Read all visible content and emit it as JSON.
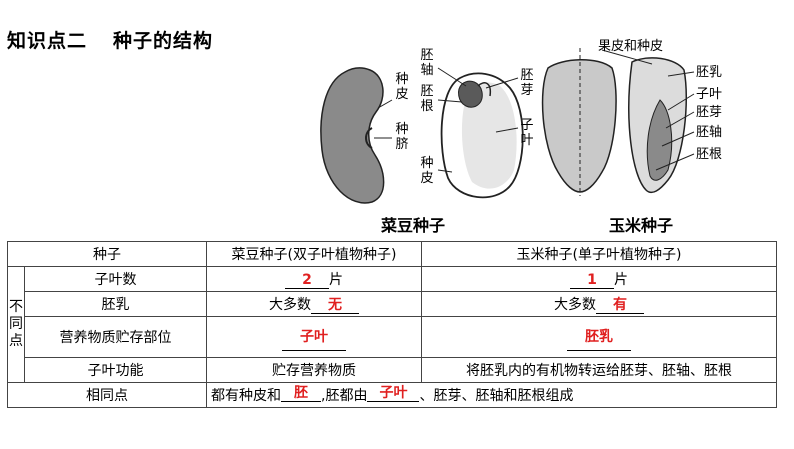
{
  "title": {
    "main": "知识点二",
    "sub": "种子的结构"
  },
  "figure": {
    "bean_labels": [
      "种",
      "皮",
      "种",
      "脐"
    ],
    "bean_left_labels": {
      "top_a": "胚",
      "top_b": "轴",
      "mid_a": "胚",
      "mid_b": "根",
      "bot_a": "种",
      "bot_b": "皮"
    },
    "bean_right_labels": {
      "a": "胚",
      "b": "芽",
      "c": "子",
      "d": "叶"
    },
    "corn_top_label": "果皮和种皮",
    "corn_right_labels": [
      "胚乳",
      "子叶",
      "胚芽",
      "胚轴",
      "胚根"
    ],
    "caption_bean": "菜豆种子",
    "caption_corn": "玉米种子"
  },
  "table": {
    "header": {
      "col1": "种子",
      "col2": "菜豆种子(双子叶植物种子)",
      "col3": "玉米种子(单子叶植物种子)"
    },
    "side_label": [
      "不",
      "同",
      "点"
    ],
    "rows": {
      "cotyledon_count": {
        "label": "子叶数",
        "bean_answer": "2",
        "corn_answer": "1",
        "unit": "片"
      },
      "endosperm": {
        "label": "胚乳",
        "prefix": "大多数",
        "bean_answer": "无",
        "corn_answer": "有"
      },
      "storage": {
        "label": "营养物质贮存部位",
        "bean_answer": "子叶",
        "corn_answer": "胚乳"
      },
      "function": {
        "label": "子叶功能",
        "bean_text": "贮存营养物质",
        "corn_text": "将胚乳内的有机物转运给胚芽、胚轴、胚根"
      },
      "common": {
        "label": "相同点",
        "part1": "都有种皮和",
        "part2": ",胚都由",
        "part3": "、胚芽、胚轴和胚根组成",
        "answer1": "胚",
        "answer2": "子叶"
      }
    }
  }
}
